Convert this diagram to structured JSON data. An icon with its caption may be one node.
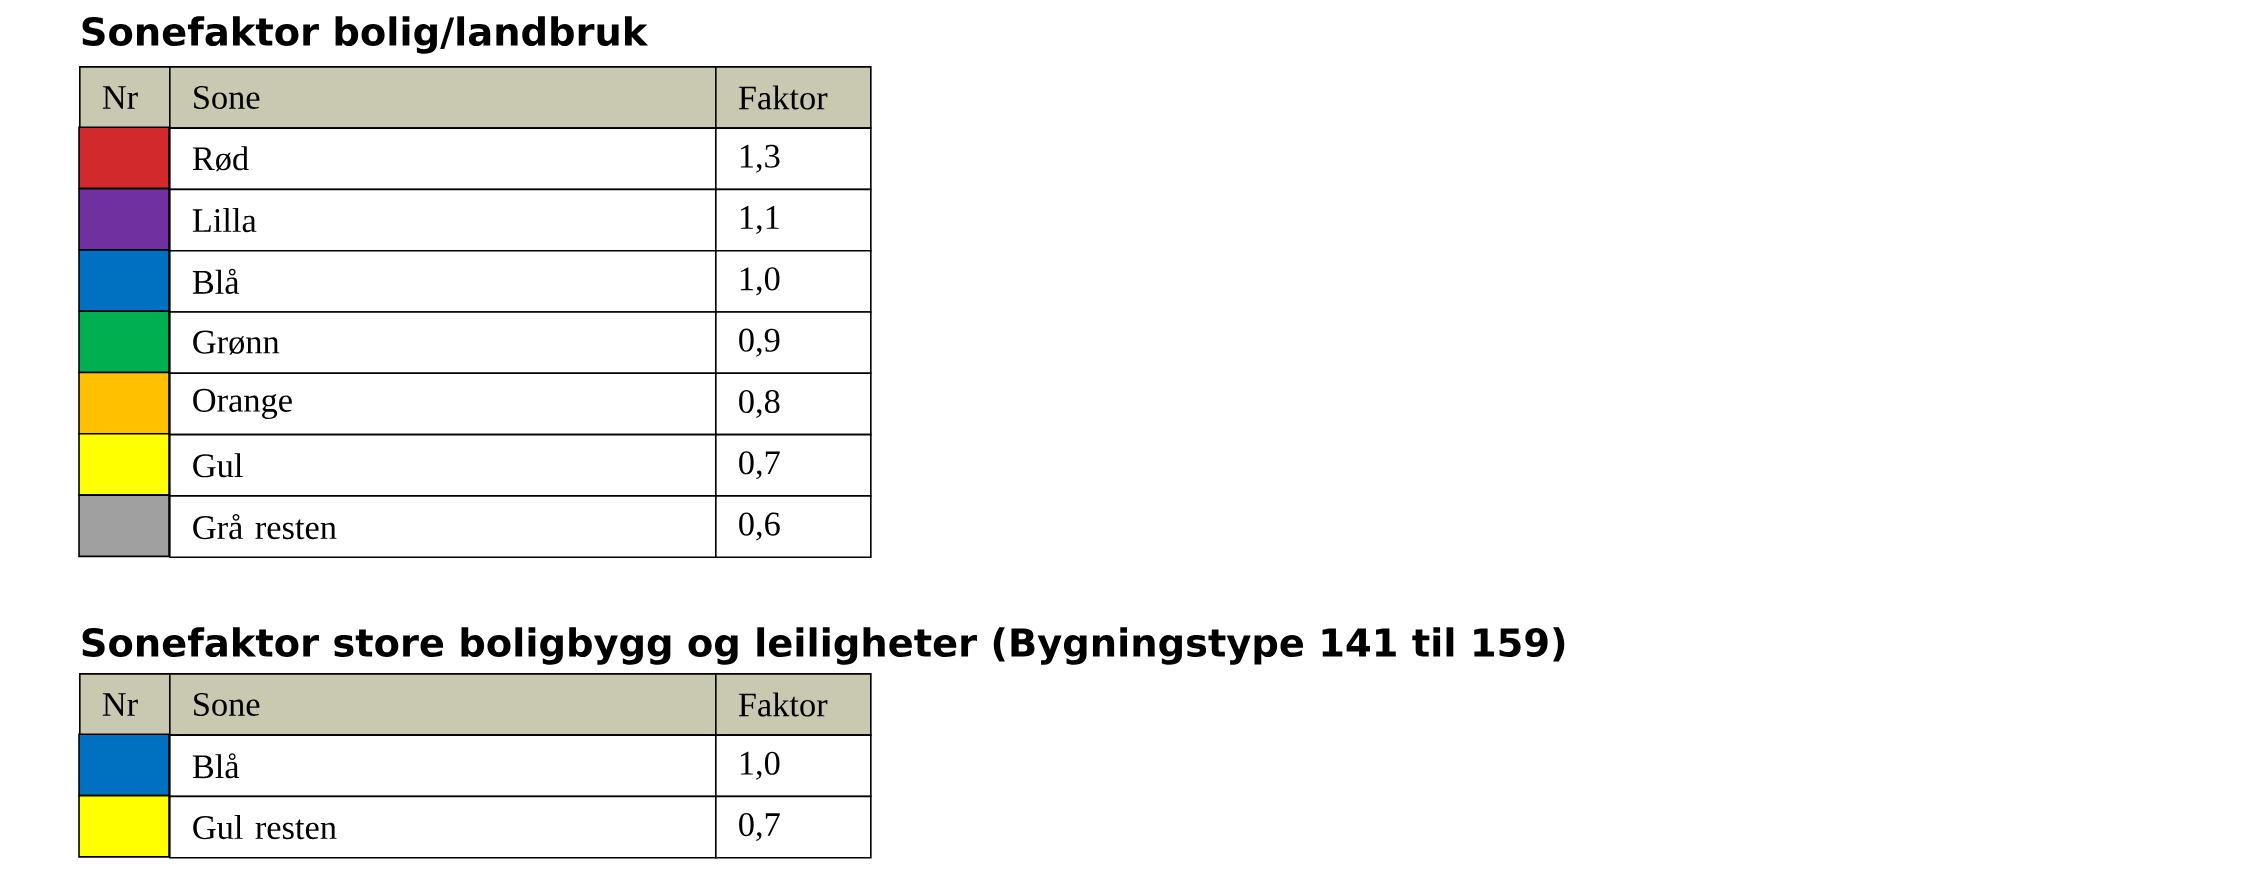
{
  "diagram": {
    "labels": [
      "Sonefaktor bolig/landbruk",
      "Nr",
      "Sone",
      "Faktor",
      "1,3",
      "1,1",
      "1,0",
      "0,9",
      "0,8",
      "0,7",
      "0,6",
      "Sonefaktor store boligbygg og leiligheter (Bygningstype 141 til 159)",
      "Nr",
      "Sone",
      "Faktor",
      "1,0",
      "0,7"
    ],
    "legend": [
      {
        "text": "Rød",
        "color": "#d2292d"
      },
      {
        "text": "Lilla",
        "color": "#7030a0"
      },
      {
        "text": "Blå",
        "color": "#0070c0"
      },
      {
        "text": "Grønn",
        "color": "#00b050"
      },
      {
        "text": "Orange",
        "color": "#ffc000"
      },
      {
        "text": "Gul",
        "color": "#ffff00"
      },
      {
        "text": "Grå resten",
        "color": "#a0a0a0"
      },
      {
        "text": "Blå",
        "color": "#0070c0"
      },
      {
        "text": "Gul resten",
        "color": "#ffff00"
      }
    ]
  }
}
